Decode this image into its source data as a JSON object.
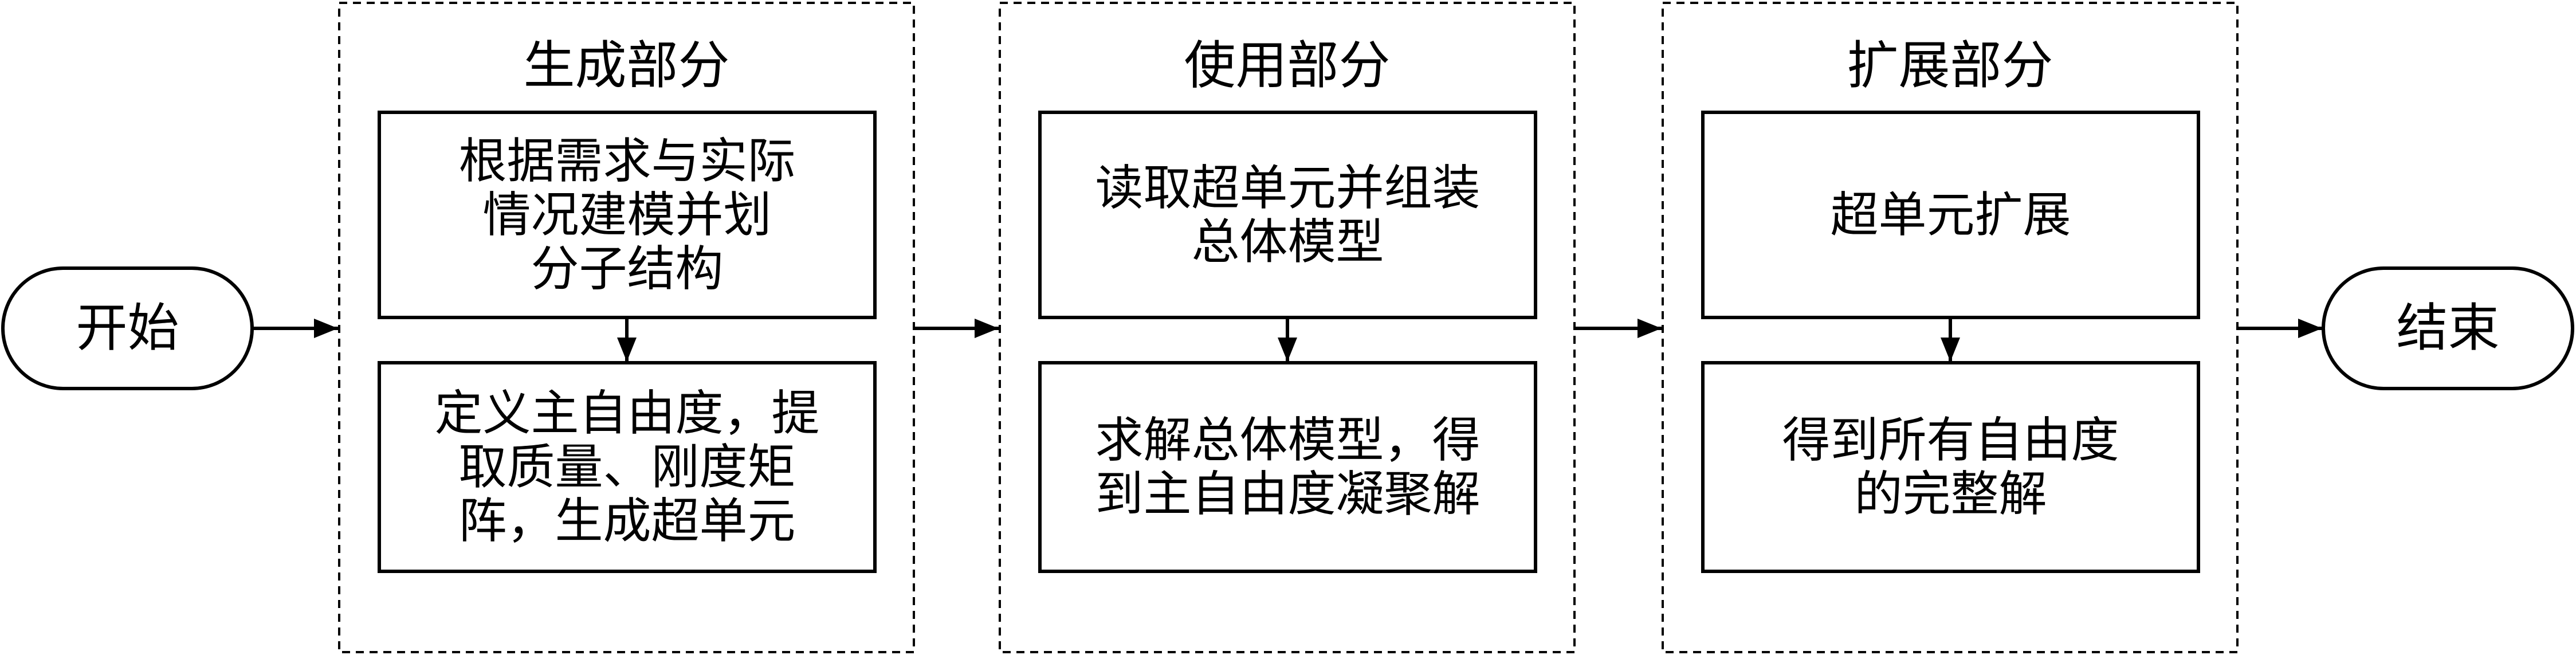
{
  "terminals": {
    "start": "开始",
    "end": "结束"
  },
  "sections": [
    {
      "title": "生成部分",
      "steps": [
        "根据需求与实际\n情况建模并划\n分子结构",
        "定义主自由度，提\n取质量、刚度矩\n阵，生成超单元"
      ]
    },
    {
      "title": "使用部分",
      "steps": [
        "读取超单元并组装\n总体模型",
        "求解总体模型，得\n到主自由度凝聚解"
      ]
    },
    {
      "title": "扩展部分",
      "steps": [
        "超单元扩展",
        "得到所有自由度\n的完整解"
      ]
    }
  ]
}
